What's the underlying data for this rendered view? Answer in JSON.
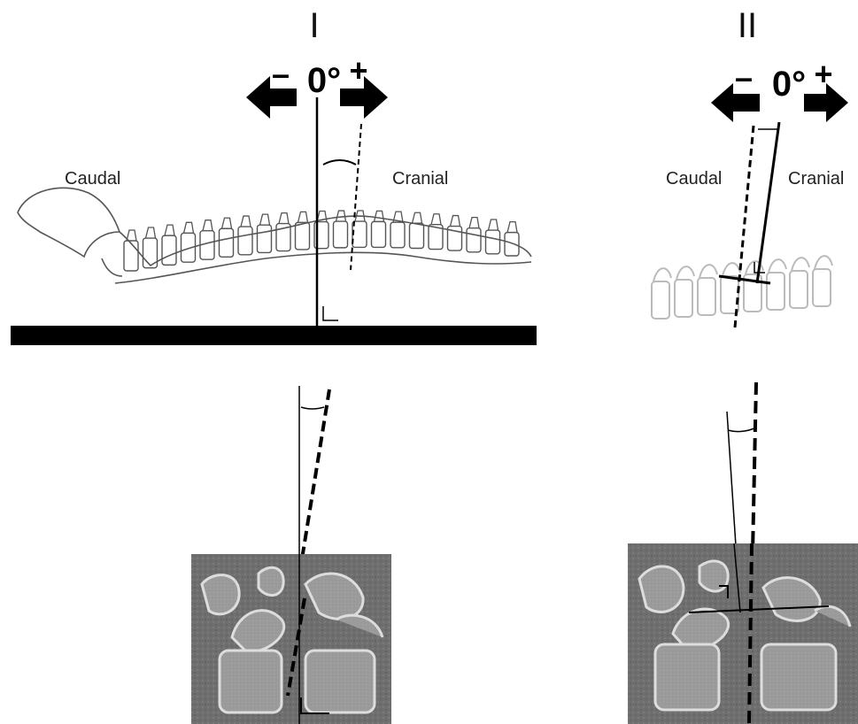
{
  "panels": {
    "left": {
      "numeral": "I",
      "angle_zero": "0°",
      "minus": "–",
      "plus": "+",
      "caudal": "Caudal",
      "cranial": "Cranial"
    },
    "right": {
      "numeral": "II",
      "angle_zero": "0°",
      "minus": "–",
      "plus": "+",
      "caudal": "Caudal",
      "cranial": "Cranial"
    }
  },
  "icons": {
    "left_arrow": "arrow-left-icon",
    "right_arrow": "arrow-right-icon"
  }
}
